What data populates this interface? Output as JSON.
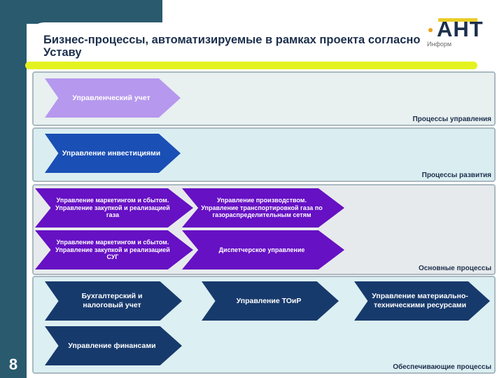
{
  "slide": {
    "title": "Бизнес-процессы, автоматизируемые в рамках проекта согласно Уставу",
    "page_number": "8"
  },
  "logo": {
    "main": "АНТ",
    "sub": "Информ"
  },
  "sections": {
    "management": {
      "label": "Процессы управления",
      "items": [
        "Управленческий учет"
      ]
    },
    "development": {
      "label": "Процессы развития",
      "items": [
        "Управление инвестициями"
      ]
    },
    "core": {
      "label": "Основные процессы",
      "items": [
        "Управление маркетингом и сбытом. Управление закупкой и реализацией газа",
        "Управление производством. Управление транспортировкой газа по газораспределительным сетям",
        "Управление маркетингом и сбытом. Управление закупкой и реализацией СУГ",
        "Диспетчерское управление"
      ]
    },
    "support": {
      "label": "Обеспечивающие процессы",
      "items": [
        "Бухгалтерский и налоговый учет",
        "Управление ТОиР",
        "Управление материально-техническими ресурсами",
        "Управление финансами"
      ]
    }
  },
  "colors": {
    "sidebar": "#2a5a6e",
    "title": "#1c2f4c",
    "highlight_line": "#e4f320",
    "arrow_management": "#b698ee",
    "arrow_development": "#1a4fb5",
    "arrow_core": "#6611c4",
    "arrow_support": "#173a6c"
  }
}
